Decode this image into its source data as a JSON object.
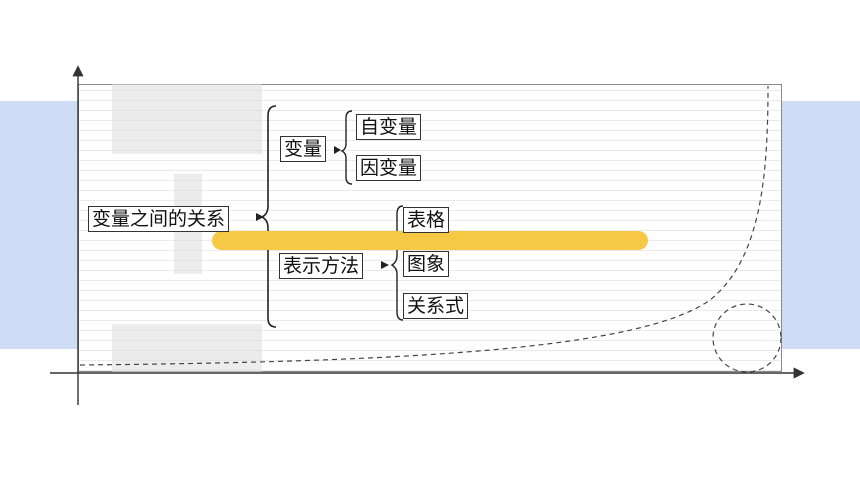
{
  "colors": {
    "band": "#cfdcf6",
    "highlight": "#f7c843",
    "panel_border": "#8a8a8a",
    "ink": "#111111"
  },
  "diagram": {
    "root": "变量之间的关系",
    "variables": {
      "label": "变量",
      "children": [
        "自变量",
        "因变量"
      ]
    },
    "representation": {
      "label": "表示方法",
      "children": [
        "表格",
        "图象",
        "关系式"
      ]
    }
  }
}
